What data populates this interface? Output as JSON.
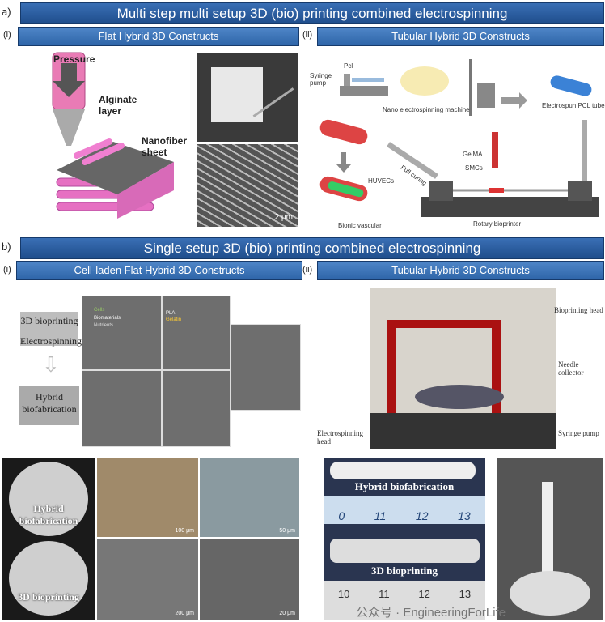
{
  "panel_a": {
    "letter": "a)",
    "title": "Multi step multi setup 3D (bio) printing combined electrospinning",
    "sub_i": {
      "index": "(i)",
      "title": "Flat Hybrid 3D Constructs",
      "labels": {
        "pressure": "Pressure",
        "alginate": "Alginate layer",
        "nanofiber": "Nanofiber sheet",
        "scale": "2 μm"
      }
    },
    "sub_ii": {
      "index": "(ii)",
      "title": "Tubular Hybrid 3D Constructs",
      "labels": {
        "pcl": "Pcl",
        "syringe_pump": "Syringe pump",
        "machine": "Nano electrospinning machine",
        "tube": "Electrospun PCL tube",
        "gelma": "GelMA",
        "smcs": "SMCs",
        "curing": "Full curing",
        "huvecs": "HUVECs",
        "bionic": "Bionic vascular",
        "rotary": "Rotary bioprinter"
      }
    }
  },
  "panel_b": {
    "letter": "b)",
    "title": "Single setup 3D (bio) printing combined electrospinning",
    "sub_i": {
      "index": "(i)",
      "title": "Cell-laden Flat Hybrid 3D Constructs",
      "labels": {
        "bioprinting": "3D bioprinting",
        "electrospinning": "Electrospinning",
        "hybrid": "Hybrid biofabrication",
        "cells": "Cells",
        "biomaterials": "Biomaterials",
        "nutrients": "Nutrients",
        "pla": "PLA",
        "gelatin": "Gelatin",
        "dish_hybrid": "Hybrid biofabrication",
        "dish_3d": "3D bioprinting",
        "scales": [
          "100 μm",
          "50 μm",
          "200 μm",
          "20 μm"
        ]
      }
    },
    "sub_ii": {
      "index": "(ii)",
      "title": "Tubular Hybrid 3D Constructs",
      "labels": {
        "head": "Bioprinting head",
        "needle": "Needle collector",
        "es_head": "Electrospinning head",
        "pump": "Syringe pump",
        "strip_hybrid": "Hybrid biofabrication",
        "strip_3d": "3D bioprinting",
        "ruler_top": [
          "0",
          "11",
          "12",
          "13"
        ],
        "ruler_bottom": [
          "10",
          "11",
          "12",
          "13"
        ],
        "watermark": "公众号 · EngineeringForLife"
      }
    }
  }
}
